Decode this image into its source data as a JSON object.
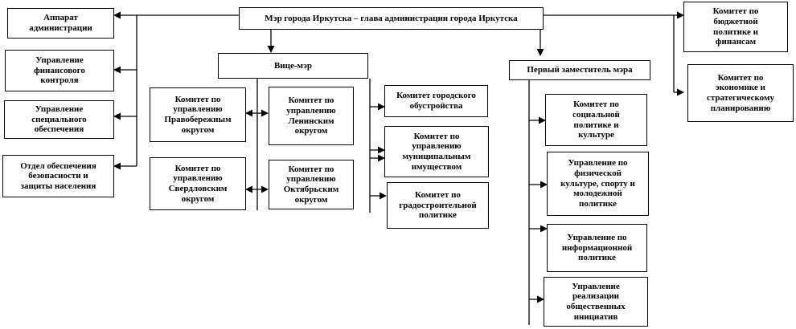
{
  "mayor": "Мэр города Иркутска – глава администрации города Иркутска",
  "vice_mayor": "Вице-мэр",
  "first_deputy": "Первый заместитель мэра",
  "left_units": [
    "Аппарат\nадминистрации",
    "Управление\nфинансового\nконтроля",
    "Управление\nспециального\nобеспечения",
    "Отдел обеспечения\nбезопасности и\nзащиты населения"
  ],
  "right_top_units": [
    "Комитет по\nбюджетной\nполитике и\nфинансам",
    "Комитет по\nэкономике и\nстратегическому\nпланированию"
  ],
  "district_committees": [
    "Комитет по\nуправлению\nПравобережным\nокругом",
    "Комитет по\nуправлению\nЛенинским\nокругом",
    "Комитет по\nуправлению\nСвердловским\nокругом",
    "Комитет по\nуправлению\nОктябрьским\nокругом"
  ],
  "vice_mayor_units": [
    "Комитет городского\nобустройства",
    "Комитет по\nуправлению\nмуниципальным\nимуществом",
    "Комитет по\nградостроительной\nполитике"
  ],
  "first_deputy_units": [
    "Комитет по\nсоциальной\nполитике и\nкультуре",
    "Управление по\nфизической\nкультуре, спорту и\nмолодежной\nполитике",
    "Управление по\nинформационной\nполитике",
    "Управление\nреализации\nобщественных\nинициатив"
  ]
}
